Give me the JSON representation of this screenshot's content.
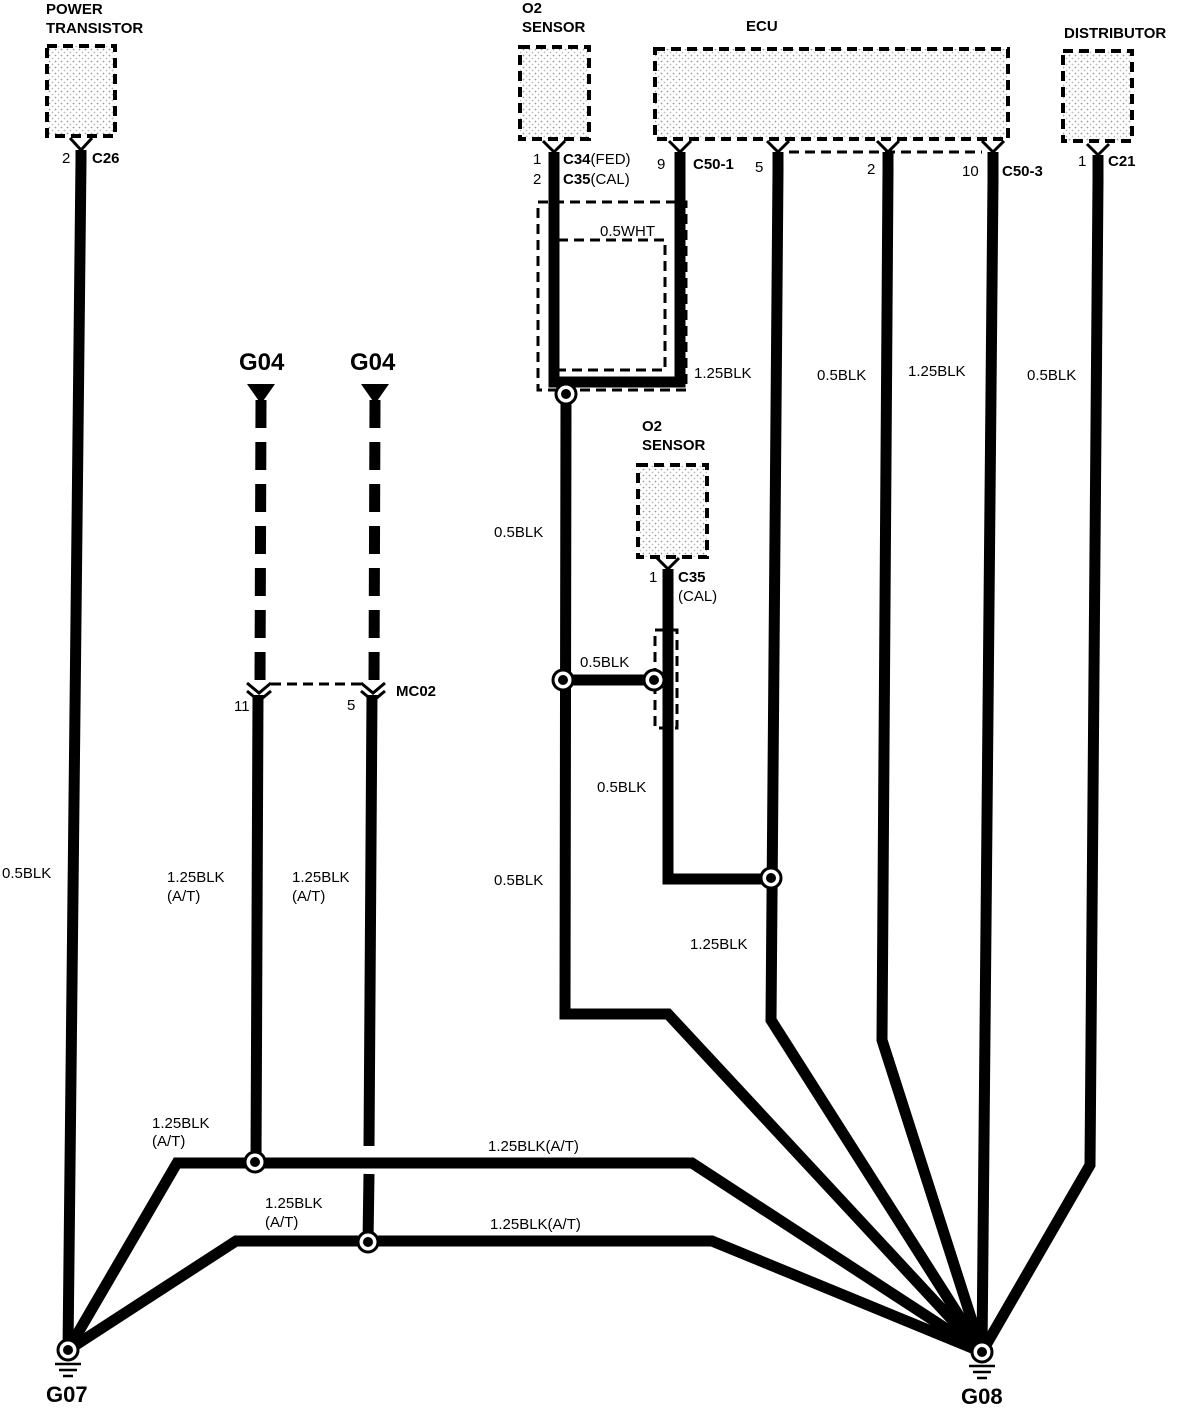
{
  "components": {
    "power_transistor": {
      "title_line1": "POWER",
      "title_line2": "TRANSISTOR",
      "pin": "2",
      "connector": "C26"
    },
    "o2_sensor_top": {
      "title_line1": "O2",
      "title_line2": "SENSOR",
      "pin1": "1",
      "pin2": "2",
      "conn1": "C34",
      "conn1_suffix": "(FED)",
      "conn2": "C35",
      "conn2_suffix": "(CAL)"
    },
    "ecu": {
      "title": "ECU",
      "pin_a": "9",
      "conn_a": "C50-1",
      "pin_b": "5",
      "pin_c": "2",
      "pin_d": "10",
      "conn_d": "C50-3"
    },
    "distributor": {
      "title": "DISTRIBUTOR",
      "pin": "1",
      "connector": "C21"
    },
    "o2_sensor_mid": {
      "title_line1": "O2",
      "title_line2": "SENSOR",
      "pin": "1",
      "connector": "C35",
      "connector_suffix": "(CAL)"
    },
    "mc02": {
      "pin_left": "11",
      "pin_right": "5",
      "connector": "MC02"
    }
  },
  "g04": {
    "left": "G04",
    "right": "G04"
  },
  "grounds": {
    "left": "G07",
    "right": "G08"
  },
  "wire_labels": {
    "white": "0.5WHT",
    "ecu9": "1.25BLK",
    "ecu5": "0.5BLK",
    "ecu2": "1.25BLK",
    "distributor": "0.5BLK",
    "power_transistor": "0.5BLK",
    "o2_upper": "0.5BLK",
    "o2_bridge": "0.5BLK",
    "o2_mid_down": "0.5BLK",
    "o2_lower": "0.5BLK",
    "ecu5_lower": "1.25BLK",
    "mc02_left_1": "1.25BLK",
    "mc02_left_2": "(A/T)",
    "mc02_right_1": "1.25BLK",
    "mc02_right_2": "(A/T)",
    "bus_upper_left_1": "1.25BLK",
    "bus_upper_left_2": "(A/T)",
    "bus_upper_right": "1.25BLK(A/T)",
    "bus_lower_left_1": "1.25BLK",
    "bus_lower_left_2": "(A/T)",
    "bus_lower_right": "1.25BLK(A/T)"
  }
}
